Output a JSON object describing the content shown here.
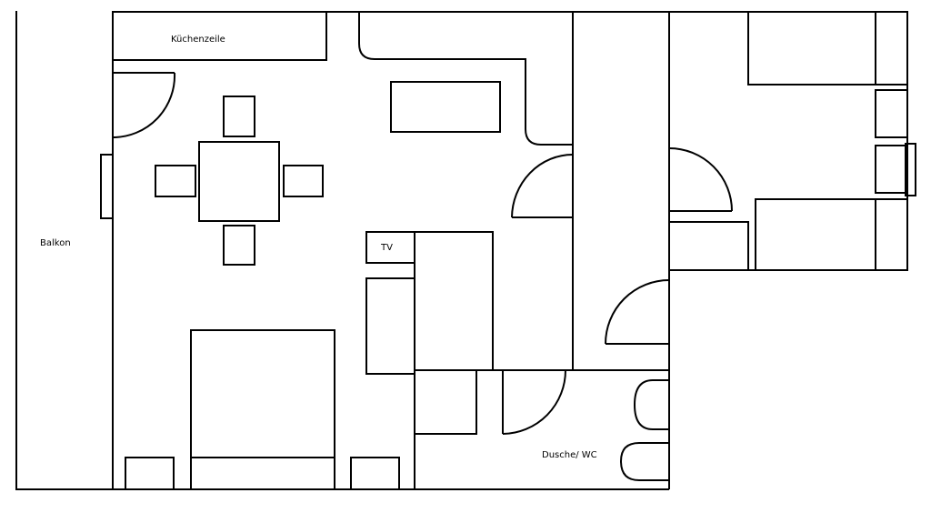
{
  "floorplan": {
    "labels": {
      "kitchenette": "Küchenzeile",
      "balcony": "Balkon",
      "tv": "TV",
      "bathroom": "Dusche/ WC"
    }
  }
}
